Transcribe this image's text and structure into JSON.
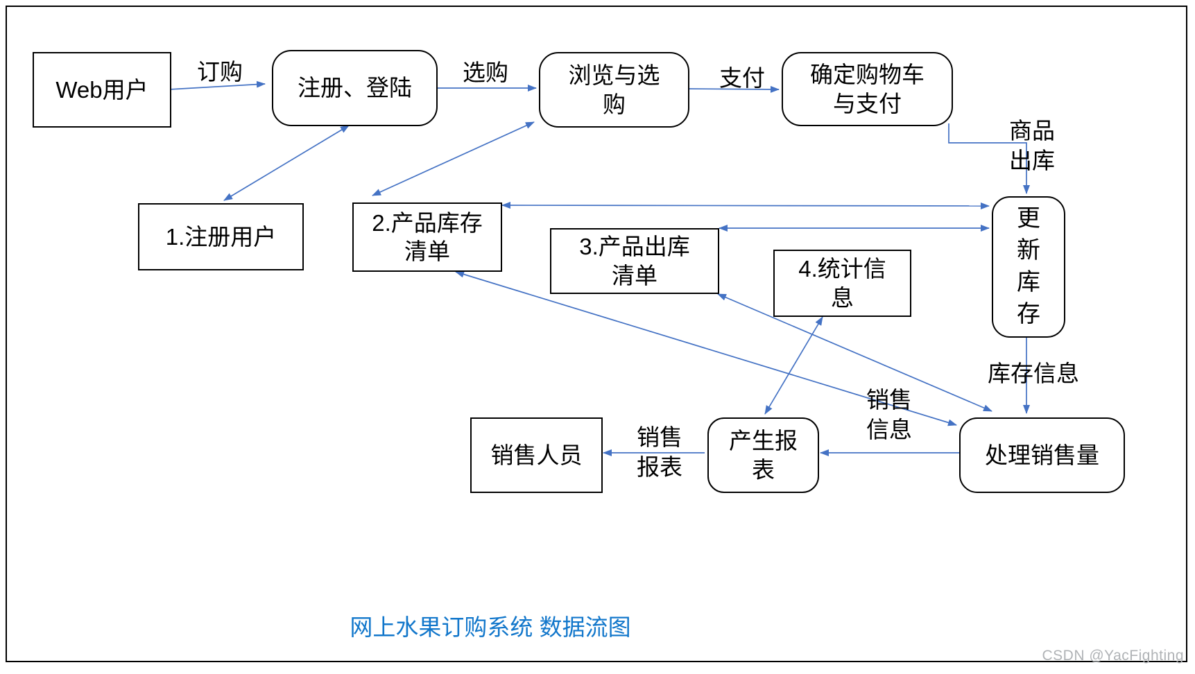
{
  "diagram": {
    "title": "网上水果订购系统 数据流图",
    "watermark": "CSDN @YacFighting",
    "colors": {
      "arrow": "#4472c4",
      "title": "#1277cb",
      "node_border": "#000000",
      "watermark": "#b0b3b6",
      "background": "#ffffff"
    },
    "nodes": {
      "web_user": {
        "label": "Web用户"
      },
      "register_login": {
        "label": "注册、登陆"
      },
      "browse_select": {
        "label": "浏览与选\n购"
      },
      "confirm_cart_pay": {
        "label": "确定购物车\n与支付"
      },
      "registered_users": {
        "label": "1.注册用户"
      },
      "product_inventory_list": {
        "label": "2.产品库存\n清单"
      },
      "product_outbound_list": {
        "label": "3.产品出库\n清单"
      },
      "statistics_info": {
        "label": "4.统计信\n息"
      },
      "update_inventory": {
        "label": "更\n新\n库\n存"
      },
      "sales_staff": {
        "label": "销售人员"
      },
      "generate_report": {
        "label": "产生报\n表"
      },
      "process_sales_volume": {
        "label": "处理销售量"
      }
    },
    "flow_labels": {
      "order": "订购",
      "select": "选购",
      "pay": "支付",
      "goods_outbound": "商品\n出库",
      "inventory_info": "库存信息",
      "sales_info": "销售\n信息",
      "sales_report": "销售\n报表"
    }
  }
}
